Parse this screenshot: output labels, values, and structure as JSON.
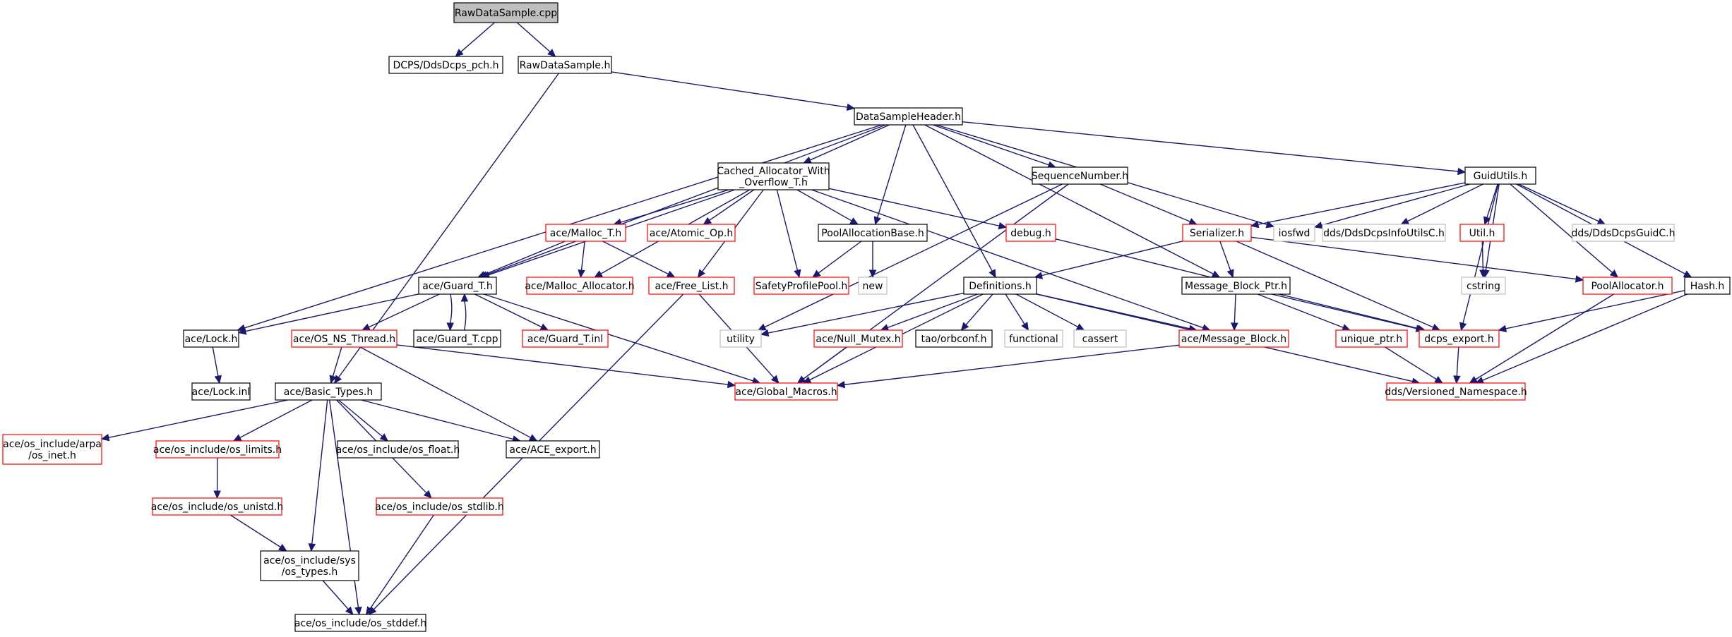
{
  "colors": {
    "edge": "#191970",
    "node_fill": "#ffffff",
    "root_fill": "#bfbfbf",
    "border_normal": "#000000",
    "border_truncated": "#ff0000",
    "border_external": "#bfbfbf"
  },
  "nodes": {
    "rawdatasample_cpp": {
      "lines": [
        "RawDataSample.cpp"
      ],
      "kind": "root"
    },
    "dcps_pch": {
      "lines": [
        "DCPS/DdsDcps_pch.h"
      ],
      "kind": "normal"
    },
    "rawdatasample_h": {
      "lines": [
        "RawDataSample.h"
      ],
      "kind": "normal"
    },
    "datasampleheader": {
      "lines": [
        "DataSampleHeader.h"
      ],
      "kind": "normal"
    },
    "cached_alloc": {
      "lines": [
        "Cached_Allocator_With",
        "_Overflow_T.h"
      ],
      "kind": "normal"
    },
    "sequencenumber": {
      "lines": [
        "SequenceNumber.h"
      ],
      "kind": "normal"
    },
    "guidutils": {
      "lines": [
        "GuidUtils.h"
      ],
      "kind": "normal"
    },
    "malloc_t": {
      "lines": [
        "ace/Malloc_T.h"
      ],
      "kind": "truncated"
    },
    "atomic_op": {
      "lines": [
        "ace/Atomic_Op.h"
      ],
      "kind": "truncated"
    },
    "poolallocationbase": {
      "lines": [
        "PoolAllocationBase.h"
      ],
      "kind": "normal"
    },
    "debug": {
      "lines": [
        "debug.h"
      ],
      "kind": "truncated"
    },
    "serializer": {
      "lines": [
        "Serializer.h"
      ],
      "kind": "truncated"
    },
    "iosfwd": {
      "lines": [
        "iosfwd"
      ],
      "kind": "external"
    },
    "infoutilsc": {
      "lines": [
        "dds/DdsDcpsInfoUtilsC.h"
      ],
      "kind": "external"
    },
    "util": {
      "lines": [
        "Util.h"
      ],
      "kind": "truncated"
    },
    "guidc": {
      "lines": [
        "dds/DdsDcpsGuidC.h"
      ],
      "kind": "external"
    },
    "guard_t": {
      "lines": [
        "ace/Guard_T.h"
      ],
      "kind": "normal"
    },
    "malloc_allocator": {
      "lines": [
        "ace/Malloc_Allocator.h"
      ],
      "kind": "truncated"
    },
    "free_list": {
      "lines": [
        "ace/Free_List.h"
      ],
      "kind": "truncated"
    },
    "safetyprofilepool": {
      "lines": [
        "SafetyProfilePool.h"
      ],
      "kind": "truncated"
    },
    "new": {
      "lines": [
        "new"
      ],
      "kind": "external"
    },
    "definitions": {
      "lines": [
        "Definitions.h"
      ],
      "kind": "normal"
    },
    "message_block_ptr": {
      "lines": [
        "Message_Block_Ptr.h"
      ],
      "kind": "normal"
    },
    "cstring": {
      "lines": [
        "cstring"
      ],
      "kind": "external"
    },
    "poolallocator": {
      "lines": [
        "PoolAllocator.h"
      ],
      "kind": "truncated"
    },
    "hash": {
      "lines": [
        "Hash.h"
      ],
      "kind": "normal"
    },
    "lock": {
      "lines": [
        "ace/Lock.h"
      ],
      "kind": "normal"
    },
    "os_ns_thread": {
      "lines": [
        "ace/OS_NS_Thread.h"
      ],
      "kind": "truncated"
    },
    "guard_t_cpp": {
      "lines": [
        "ace/Guard_T.cpp"
      ],
      "kind": "normal"
    },
    "guard_t_inl": {
      "lines": [
        "ace/Guard_T.inl"
      ],
      "kind": "truncated"
    },
    "utility": {
      "lines": [
        "utility"
      ],
      "kind": "external"
    },
    "null_mutex": {
      "lines": [
        "ace/Null_Mutex.h"
      ],
      "kind": "truncated"
    },
    "orbconf": {
      "lines": [
        "tao/orbconf.h"
      ],
      "kind": "normal"
    },
    "functional": {
      "lines": [
        "functional"
      ],
      "kind": "external"
    },
    "cassert": {
      "lines": [
        "cassert"
      ],
      "kind": "external"
    },
    "message_block": {
      "lines": [
        "ace/Message_Block.h"
      ],
      "kind": "truncated"
    },
    "unique_ptr": {
      "lines": [
        "unique_ptr.h"
      ],
      "kind": "truncated"
    },
    "dcps_export": {
      "lines": [
        "dcps_export.h"
      ],
      "kind": "truncated"
    },
    "lock_inl": {
      "lines": [
        "ace/Lock.inl"
      ],
      "kind": "normal"
    },
    "basic_types": {
      "lines": [
        "ace/Basic_Types.h"
      ],
      "kind": "normal"
    },
    "global_macros": {
      "lines": [
        "ace/Global_Macros.h"
      ],
      "kind": "truncated"
    },
    "versioned_ns": {
      "lines": [
        "dds/Versioned_Namespace.h"
      ],
      "kind": "truncated"
    },
    "arpa_inet": {
      "lines": [
        "ace/os_include/arpa",
        "/os_inet.h"
      ],
      "kind": "truncated"
    },
    "os_limits": {
      "lines": [
        "ace/os_include/os_limits.h"
      ],
      "kind": "truncated"
    },
    "os_float": {
      "lines": [
        "ace/os_include/os_float.h"
      ],
      "kind": "normal"
    },
    "ace_export": {
      "lines": [
        "ace/ACE_export.h"
      ],
      "kind": "normal"
    },
    "os_unistd": {
      "lines": [
        "ace/os_include/os_unistd.h"
      ],
      "kind": "truncated"
    },
    "os_stdlib": {
      "lines": [
        "ace/os_include/os_stdlib.h"
      ],
      "kind": "truncated"
    },
    "sys_types": {
      "lines": [
        "ace/os_include/sys",
        "/os_types.h"
      ],
      "kind": "normal"
    },
    "os_stddef": {
      "lines": [
        "ace/os_include/os_stddef.h"
      ],
      "kind": "normal"
    }
  },
  "edges": [
    [
      "rawdatasample_cpp",
      "dcps_pch"
    ],
    [
      "rawdatasample_cpp",
      "rawdatasample_h"
    ],
    [
      "rawdatasample_h",
      "datasampleheader"
    ],
    [
      "rawdatasample_h",
      "basic_types"
    ],
    [
      "datasampleheader",
      "cached_alloc"
    ],
    [
      "datasampleheader",
      "sequencenumber"
    ],
    [
      "datasampleheader",
      "guidutils"
    ],
    [
      "datasampleheader",
      "poolallocationbase"
    ],
    [
      "datasampleheader",
      "iosfwd"
    ],
    [
      "datasampleheader",
      "guard_t"
    ],
    [
      "datasampleheader",
      "lock"
    ],
    [
      "datasampleheader",
      "definitions"
    ],
    [
      "datasampleheader",
      "message_block_ptr"
    ],
    [
      "cached_alloc",
      "malloc_t"
    ],
    [
      "cached_alloc",
      "atomic_op"
    ],
    [
      "cached_alloc",
      "poolallocationbase"
    ],
    [
      "cached_alloc",
      "debug"
    ],
    [
      "cached_alloc",
      "guard_t"
    ],
    [
      "cached_alloc",
      "malloc_allocator"
    ],
    [
      "cached_alloc",
      "free_list"
    ],
    [
      "cached_alloc",
      "safetyprofilepool"
    ],
    [
      "cached_alloc",
      "message_block"
    ],
    [
      "sequencenumber",
      "serializer"
    ],
    [
      "sequencenumber",
      "utility"
    ],
    [
      "sequencenumber",
      "global_macros"
    ],
    [
      "guidutils",
      "serializer"
    ],
    [
      "guidutils",
      "iosfwd"
    ],
    [
      "guidutils",
      "infoutilsc"
    ],
    [
      "guidutils",
      "util"
    ],
    [
      "guidutils",
      "guidc"
    ],
    [
      "guidutils",
      "cstring"
    ],
    [
      "guidutils",
      "poolallocator"
    ],
    [
      "guidutils",
      "hash"
    ],
    [
      "guidutils",
      "dcps_export"
    ],
    [
      "malloc_t",
      "guard_t"
    ],
    [
      "malloc_t",
      "malloc_allocator"
    ],
    [
      "malloc_t",
      "free_list"
    ],
    [
      "poolallocationbase",
      "safetyprofilepool"
    ],
    [
      "poolallocationbase",
      "new"
    ],
    [
      "debug",
      "dcps_export"
    ],
    [
      "serializer",
      "definitions"
    ],
    [
      "serializer",
      "message_block_ptr"
    ],
    [
      "serializer",
      "dcps_export"
    ],
    [
      "serializer",
      "poolallocator"
    ],
    [
      "util",
      "cstring"
    ],
    [
      "guard_t",
      "lock"
    ],
    [
      "guard_t",
      "os_ns_thread"
    ],
    [
      "guard_t",
      "guard_t_cpp"
    ],
    [
      "guard_t",
      "guard_t_inl"
    ],
    [
      "guard_t",
      "global_macros"
    ],
    [
      "guard_t_cpp",
      "guard_t"
    ],
    [
      "free_list",
      "global_macros"
    ],
    [
      "free_list",
      "os_stddef"
    ],
    [
      "definitions",
      "utility"
    ],
    [
      "definitions",
      "null_mutex"
    ],
    [
      "definitions",
      "orbconf"
    ],
    [
      "definitions",
      "functional"
    ],
    [
      "definitions",
      "cassert"
    ],
    [
      "definitions",
      "message_block"
    ],
    [
      "definitions",
      "global_macros"
    ],
    [
      "definitions",
      "versioned_ns"
    ],
    [
      "message_block_ptr",
      "message_block"
    ],
    [
      "message_block_ptr",
      "unique_ptr"
    ],
    [
      "message_block_ptr",
      "dcps_export"
    ],
    [
      "poolallocator",
      "versioned_ns"
    ],
    [
      "hash",
      "dcps_export"
    ],
    [
      "hash",
      "versioned_ns"
    ],
    [
      "lock",
      "lock_inl"
    ],
    [
      "os_ns_thread",
      "basic_types"
    ],
    [
      "os_ns_thread",
      "global_macros"
    ],
    [
      "os_ns_thread",
      "ace_export"
    ],
    [
      "null_mutex",
      "global_macros"
    ],
    [
      "message_block",
      "global_macros"
    ],
    [
      "unique_ptr",
      "versioned_ns"
    ],
    [
      "dcps_export",
      "versioned_ns"
    ],
    [
      "basic_types",
      "arpa_inet"
    ],
    [
      "basic_types",
      "os_limits"
    ],
    [
      "basic_types",
      "os_float"
    ],
    [
      "basic_types",
      "ace_export"
    ],
    [
      "basic_types",
      "os_stdlib"
    ],
    [
      "basic_types",
      "sys_types"
    ],
    [
      "basic_types",
      "os_stddef"
    ],
    [
      "os_limits",
      "os_unistd"
    ],
    [
      "os_unistd",
      "sys_types"
    ],
    [
      "os_stdlib",
      "os_stddef"
    ],
    [
      "sys_types",
      "os_stddef"
    ]
  ]
}
